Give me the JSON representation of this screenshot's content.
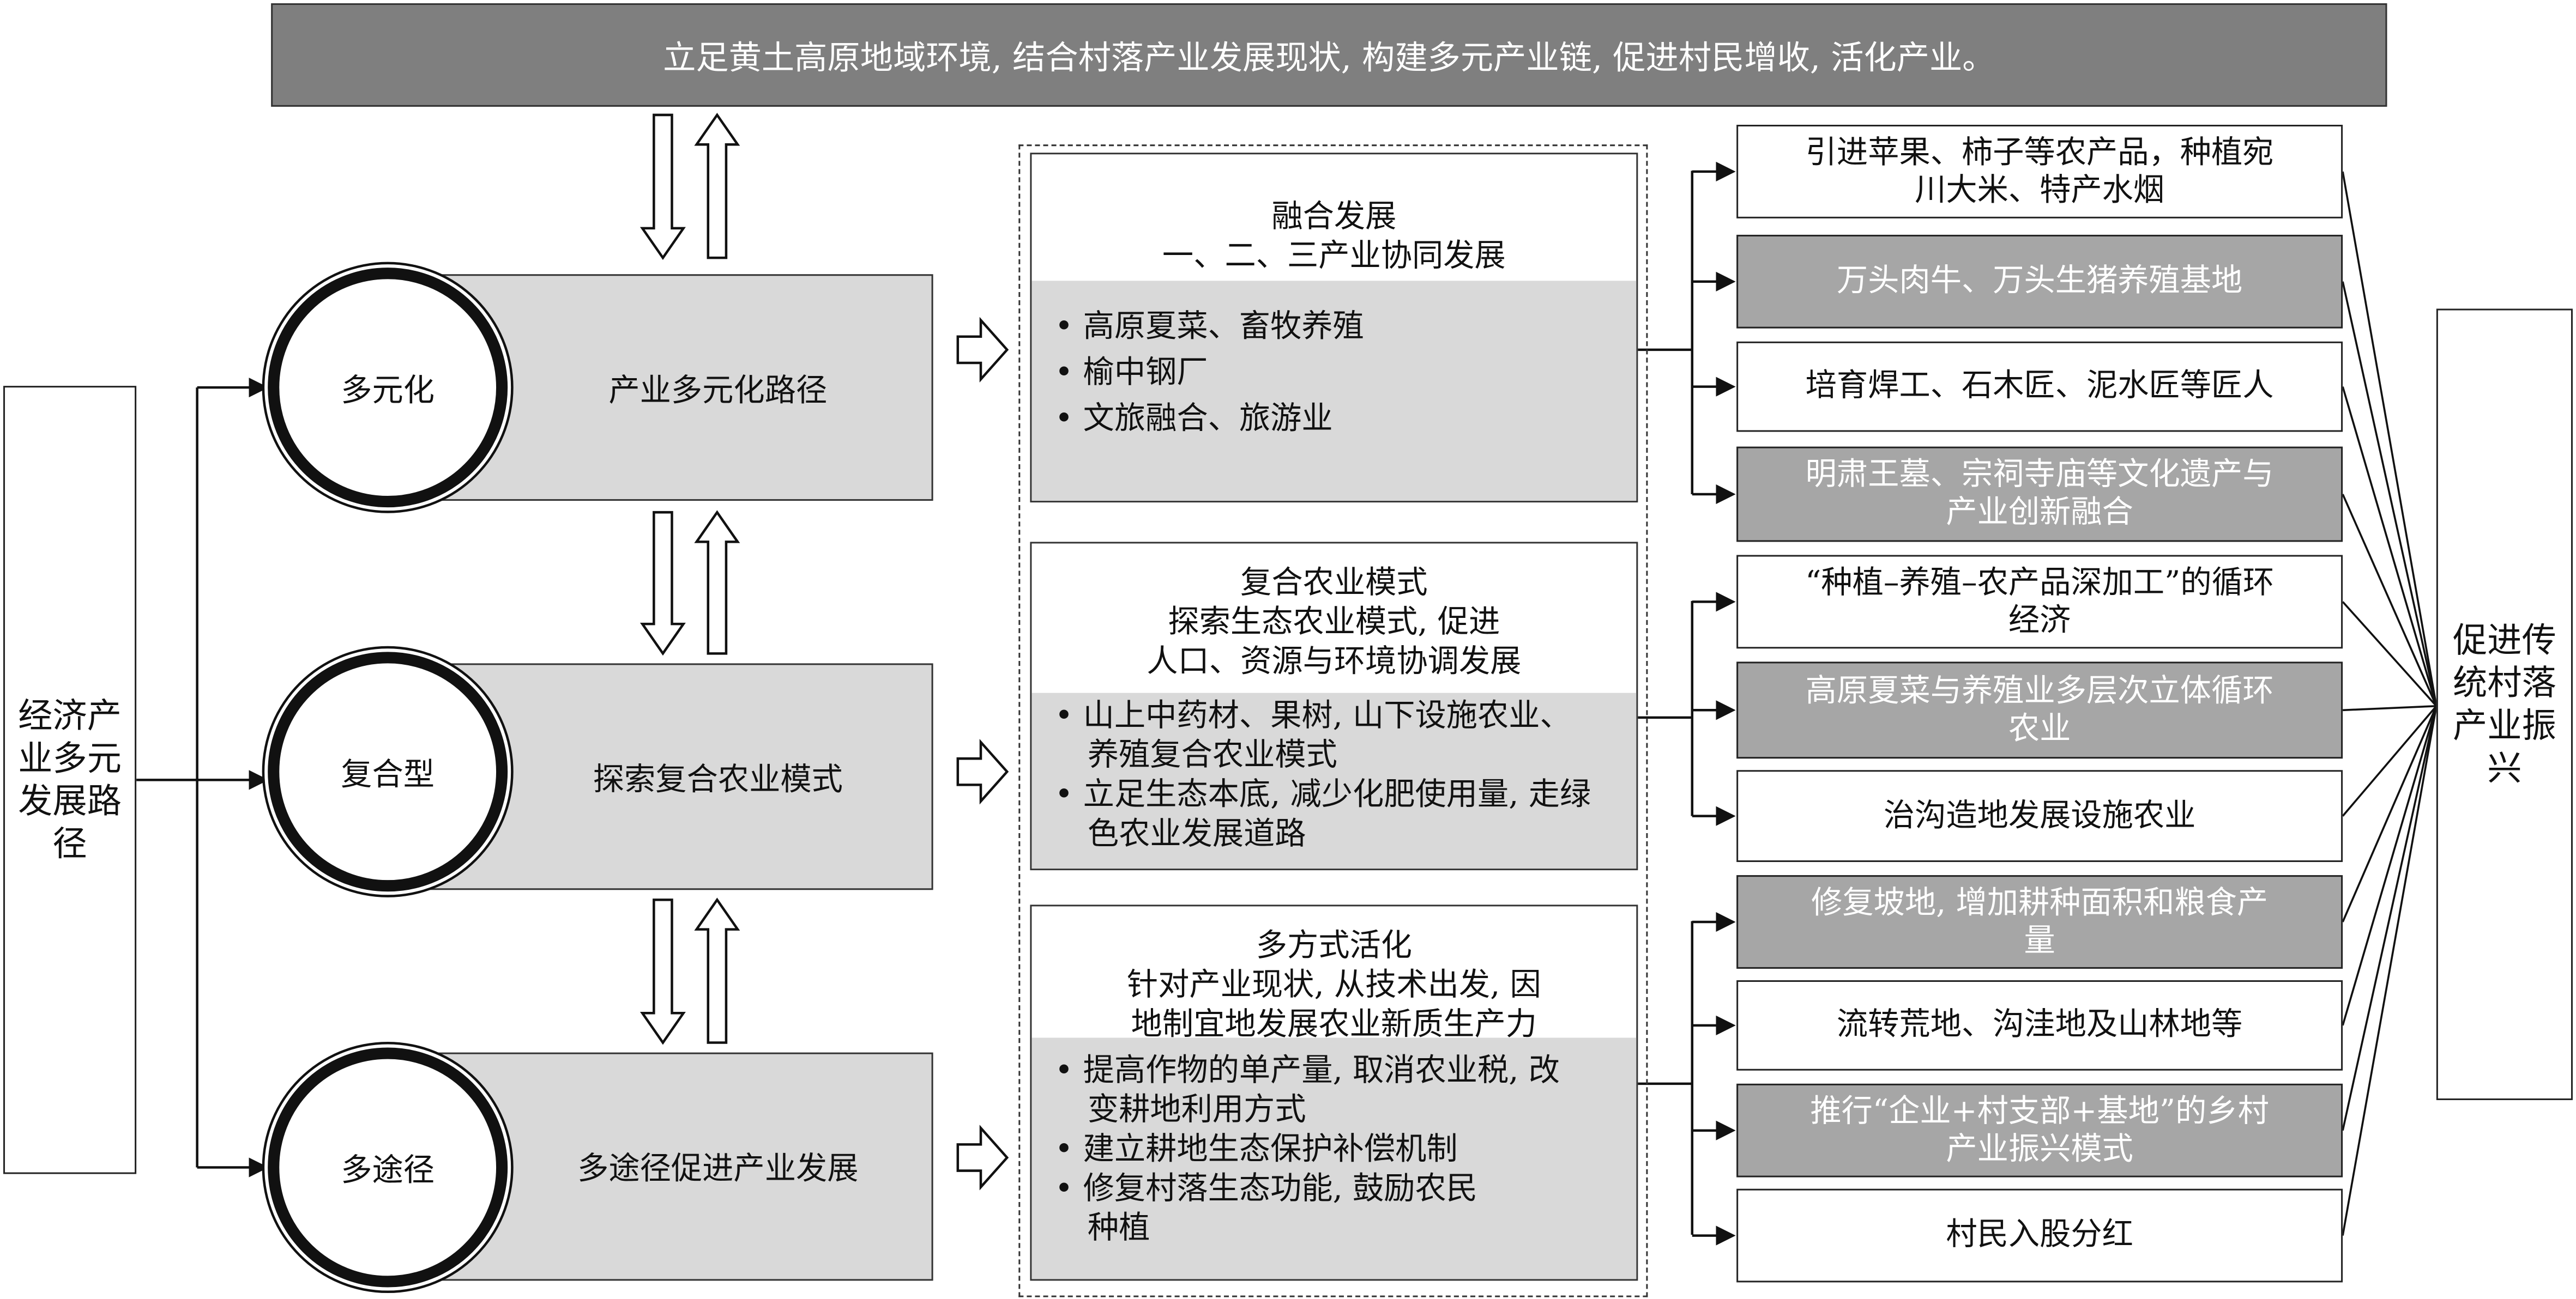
{
  "banner": "立足黄土高原地域环境, 结合村落产业发展现状, 构建多元产业链, 促进村民增收, 活化产业。",
  "left_box": "经济产业多元发展路径",
  "right_box": "促进传统村落产业振兴",
  "paths": [
    {
      "circle": "多元化",
      "label": "产业多元化路径"
    },
    {
      "circle": "复合型",
      "label": "探索复合农业模式"
    },
    {
      "circle": "多途径",
      "label": "多途径促进产业发展"
    }
  ],
  "middle": [
    {
      "title": [
        "融合发展",
        "一、二、三产业协同发展"
      ],
      "bullets": [
        "高原夏菜、畜牧养殖",
        "榆中钢厂",
        "文旅融合、旅游业"
      ]
    },
    {
      "title": [
        "复合农业模式",
        "探索生态农业模式, 促进",
        "人口、资源与环境协调发展"
      ],
      "bullets": [
        "山上中药材、果树, 山下设施农业、养殖复合农业模式",
        "立足生态本底, 减少化肥使用量, 走绿色农业发展道路"
      ]
    },
    {
      "title": [
        "多方式活化",
        "针对产业现状, 从技术出发, 因",
        "地制宜地发展农业新质生产力"
      ],
      "bullets": [
        "提高作物的单产量, 取消农业税, 改变耕地利用方式",
        "建立耕地生态保护补偿机制",
        "修复村落生态功能, 鼓励农民种植"
      ]
    }
  ],
  "outcomes": [
    {
      "text": "引进苹果、柿子等农产品，种植宛川大米、特产水烟",
      "gray": false
    },
    {
      "text": "万头肉牛、万头生猪养殖基地",
      "gray": true
    },
    {
      "text": "培育焊工、石木匠、泥水匠等匠人",
      "gray": false
    },
    {
      "text": "明肃王墓、宗祠寺庙等文化遗产与产业创新融合",
      "gray": true
    },
    {
      "text": "“种植–养殖–农产品深加工”的循环经济",
      "gray": false
    },
    {
      "text": "高原夏菜与养殖业多层次立体循环农业",
      "gray": true
    },
    {
      "text": "治沟造地发展设施农业",
      "gray": false
    },
    {
      "text": "修复坡地, 增加耕种面积和粮食产量",
      "gray": true
    },
    {
      "text": "流转荒地、沟洼地及山林地等",
      "gray": false
    },
    {
      "text": "推行“企业+村支部+基地”的乡村产业振兴模式",
      "gray": true
    },
    {
      "text": "村民入股分红",
      "gray": false
    }
  ],
  "colors": {
    "banner": "#7f7f7f",
    "light_gray": "#d9d9d9",
    "gray_box": "#a6a6a6"
  }
}
